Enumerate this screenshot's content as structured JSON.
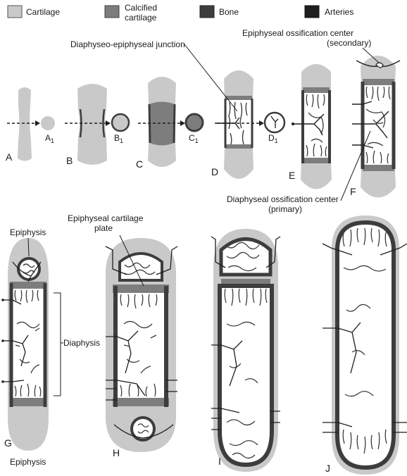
{
  "legend": [
    {
      "label_lines": [
        "Cartilage"
      ],
      "color": "#c9c9c9"
    },
    {
      "label_lines": [
        "Calcified",
        "cartilage"
      ],
      "color": "#7d7d7d"
    },
    {
      "label_lines": [
        "Bone"
      ],
      "color": "#3d3d3d"
    },
    {
      "label_lines": [
        "Arteries"
      ],
      "color": "#1e1e1e"
    }
  ],
  "stages": {
    "A": "A",
    "B": "B",
    "C": "C",
    "D": "D",
    "E": "E",
    "F": "F",
    "G": "G",
    "H": "H",
    "I": "I",
    "J": "J"
  },
  "sections": {
    "A1": {
      "letter": "A",
      "sub": "1"
    },
    "B1": {
      "letter": "B",
      "sub": "1"
    },
    "C1": {
      "letter": "C",
      "sub": "1"
    },
    "D1": {
      "letter": "D",
      "sub": "1"
    }
  },
  "annotations": {
    "junction": "Diaphyseo-epiphyseal junction",
    "secondary_line1": "Epiphyseal ossification center",
    "secondary_line2": "(secondary)",
    "primary_line1": "Diaphyseal ossification center",
    "primary_line2": "(primary)",
    "plate_line1": "Epiphyseal cartilage",
    "plate_line2": "plate",
    "epiphysis_top": "Epiphysis",
    "diaphysis": "Diaphysis",
    "epiphysis_bottom": "Epiphysis"
  },
  "colors": {
    "cartilage": "#c9c9c9",
    "calcified": "#7d7d7d",
    "bone": "#3d3d3d",
    "artery": "#1e1e1e",
    "marrow": "#ffffff"
  }
}
